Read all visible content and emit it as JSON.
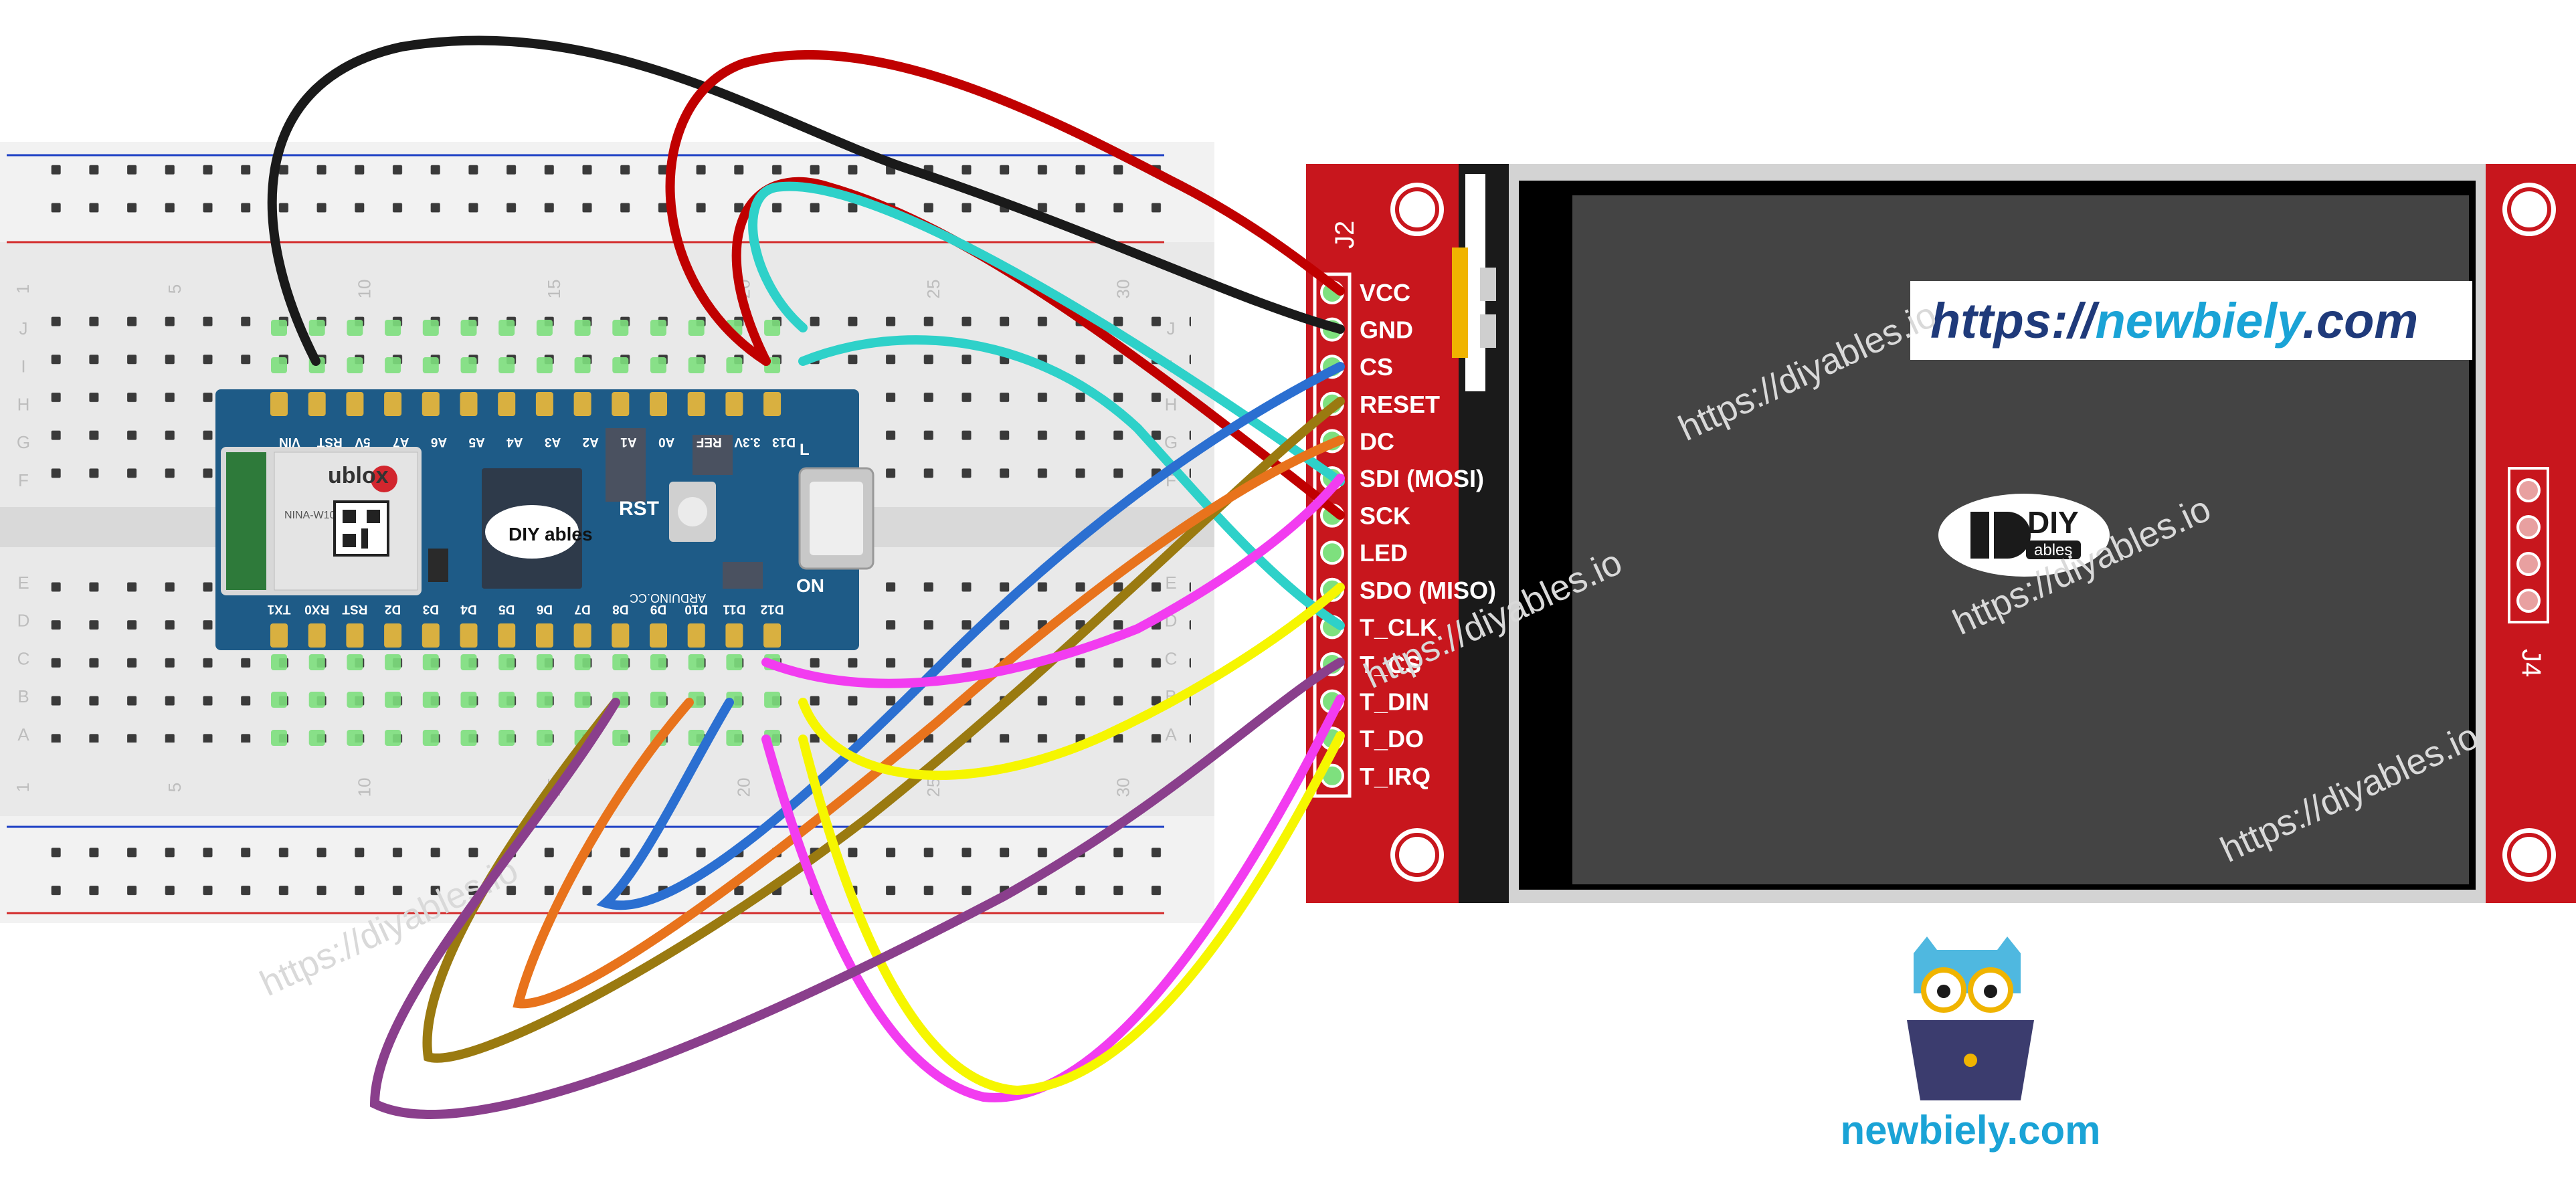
{
  "breadboard": {
    "column_numbers": [
      "1",
      "5",
      "10",
      "15",
      "20",
      "25",
      "30"
    ],
    "row_letters_top": [
      "J",
      "I",
      "H",
      "G",
      "F"
    ],
    "row_letters_bottom": [
      "E",
      "D",
      "C",
      "B",
      "A"
    ]
  },
  "arduino": {
    "top_pins": [
      "VIN",
      "RST",
      "5V",
      "A7",
      "A6",
      "A5",
      "A4",
      "A3",
      "A2",
      "A1",
      "A0",
      "REF",
      "3.3V",
      "D13"
    ],
    "bottom_pins": [
      "TX1",
      "RX0",
      "RST",
      "D2",
      "D3",
      "D4",
      "D5",
      "D6",
      "D7",
      "D8",
      "D9",
      "D10",
      "D11",
      "D12"
    ],
    "module_brand": "ublox",
    "module_text": "NINA-W102",
    "reset_label": "RST",
    "on_label": "ON",
    "l_label": "L",
    "url_label": "ARDUINO.CC",
    "logo_text": "DIY ables"
  },
  "display": {
    "connector_j2": "J2",
    "connector_j4": "J4",
    "pins": [
      "VCC",
      "GND",
      "CS",
      "RESET",
      "DC",
      "SDI (MOSI)",
      "SCK",
      "LED",
      "SDO (MISO)",
      "T_CLK",
      "T_CS",
      "T_DIN",
      "T_DO",
      "T_IRQ"
    ],
    "url_prefix": "https://",
    "url_highlight": "newbiely",
    "url_suffix": ".com",
    "logo_main": "DIY",
    "logo_sub": "ables"
  },
  "watermarks": [
    "https://diyables.io",
    "https://diyables.io",
    "https://diyables.io",
    "https://diyables.io",
    "https://diyables.io"
  ],
  "brand": {
    "text": "newbiely.com"
  },
  "colors": {
    "board_red": "#c8161d",
    "lcd_screen": "#444444",
    "arduino_board": "#1e5b87",
    "brand_blue": "#1aa3d6",
    "url_blue": "#1f3a7a",
    "wire_black": "#1a1a1a",
    "wire_red": "#c00000",
    "wire_cyan": "#2ed1c9",
    "wire_blue": "#2b6fd1",
    "wire_brown": "#9a7a10",
    "wire_orange": "#e8731c",
    "wire_magenta": "#f23cf0",
    "wire_yellow": "#f6f600",
    "wire_purple": "#8a3f8c"
  }
}
